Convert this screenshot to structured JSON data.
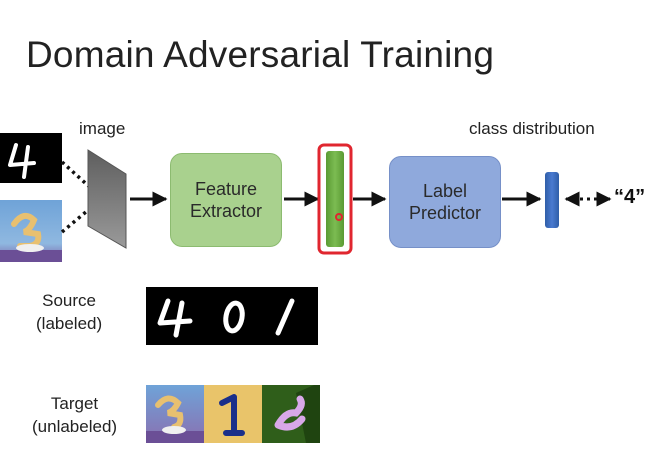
{
  "title": "Domain Adversarial Training",
  "labels": {
    "image": "image",
    "class_distribution": "class distribution"
  },
  "boxes": {
    "feature_extractor": [
      "Feature",
      "Extractor"
    ],
    "label_predictor": [
      "Label",
      "Predictor"
    ]
  },
  "output": "“4”",
  "source": [
    "Source",
    "(labeled)"
  ],
  "target": [
    "Target",
    "(unlabeled)"
  ],
  "colors": {
    "feature_box": "#a9d18e",
    "predictor_box": "#8fa9dc",
    "feature_vector": "#70ad47",
    "class_vector": "#4472c4",
    "highlight": "#e0262f"
  }
}
